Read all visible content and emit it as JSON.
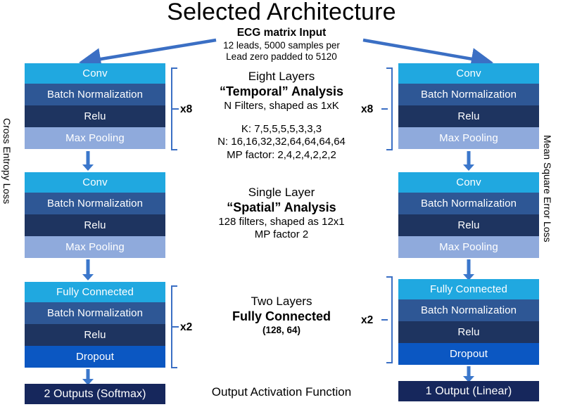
{
  "title": "Selected Architecture",
  "input_note": {
    "heading": "ECG matrix Input",
    "line1": "12 leads, 5000 samples per",
    "line2": "Lead zero padded  to 5120"
  },
  "side_labels": {
    "left": "Cross Entropy Loss",
    "right": "Mean Square Error Loss"
  },
  "center_notes": {
    "temporal": {
      "line1": "Eight Layers",
      "line2": "“Temporal” Analysis",
      "line3": "N Filters, shaped as 1xK",
      "k": "K: 7,5,5,5,5,3,3,3",
      "n": "N: 16,16,32,32,64,64,64,64",
      "mp": "MP factor: 2,4,2,4,2,2,2"
    },
    "spatial": {
      "line1": "Single Layer",
      "line2": "“Spatial” Analysis",
      "line3": "128 filters, shaped as 12x1",
      "line4": "MP factor 2"
    },
    "fc": {
      "line1": "Two Layers",
      "line2": "Fully Connected",
      "line3": "(128, 64)"
    },
    "output": "Output Activation Function"
  },
  "repeat_labels": {
    "temporal_left": "x8",
    "temporal_right": "x8",
    "fc_left": "x2",
    "fc_right": "x2"
  },
  "layers": {
    "conv": "Conv",
    "batch_norm": "Batch Normalization",
    "relu": "Relu",
    "max_pooling": "Max Pooling",
    "fully_connected": "Fully Connected",
    "dropout": "Dropout"
  },
  "outputs": {
    "left": "2 Outputs (Softmax)",
    "right": "1 Output (Linear)"
  },
  "colors": {
    "conv": "#20A8E0",
    "batch_norm": "#2E5795",
    "relu": "#1E3460",
    "max_pooling": "#8FAADC",
    "dropout": "#0B57C2",
    "output": "#16275C",
    "arrow": "#3B77CB",
    "brace": "#3B6FC4"
  }
}
